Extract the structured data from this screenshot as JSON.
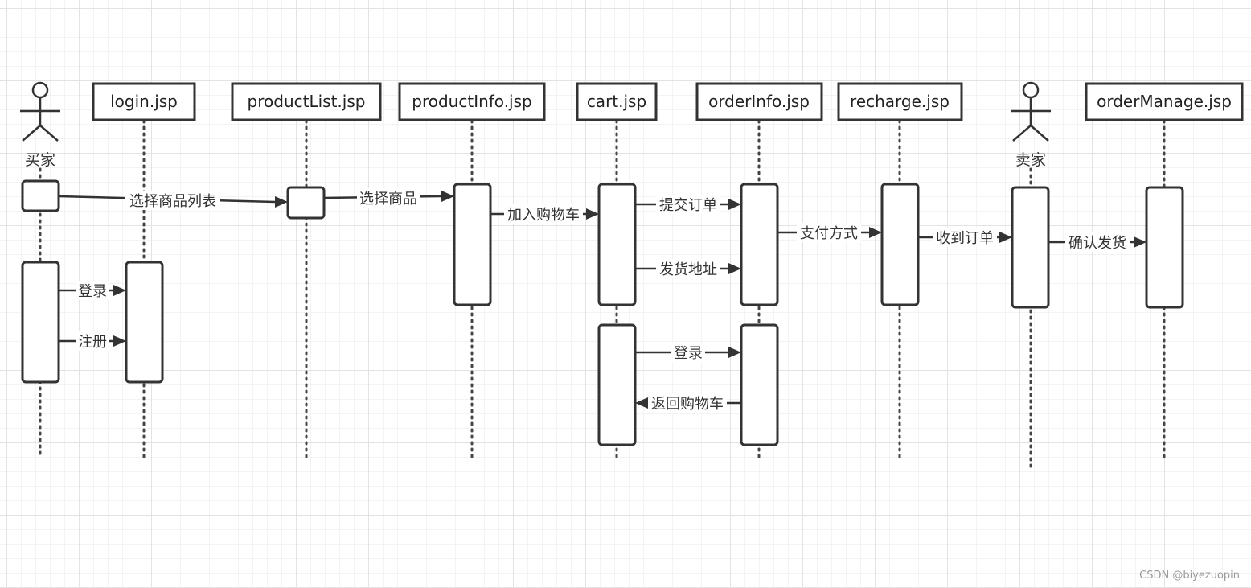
{
  "participants": [
    {
      "id": "buyer",
      "type": "actor",
      "label": "买家"
    },
    {
      "id": "login",
      "type": "box",
      "label": "login.jsp"
    },
    {
      "id": "productList",
      "type": "box",
      "label": "productList.jsp"
    },
    {
      "id": "productInfo",
      "type": "box",
      "label": "productInfo.jsp"
    },
    {
      "id": "cart",
      "type": "box",
      "label": "cart.jsp"
    },
    {
      "id": "orderInfo",
      "type": "box",
      "label": "orderInfo.jsp"
    },
    {
      "id": "recharge",
      "type": "box",
      "label": "recharge.jsp"
    },
    {
      "id": "seller",
      "type": "actor",
      "label": "卖家"
    },
    {
      "id": "orderManage",
      "type": "box",
      "label": "orderManage.jsp"
    }
  ],
  "messages": [
    {
      "from": "buyer",
      "to": "productList",
      "label": "选择商品列表"
    },
    {
      "from": "productList",
      "to": "productInfo",
      "label": "选择商品"
    },
    {
      "from": "productInfo",
      "to": "cart",
      "label": "加入购物车"
    },
    {
      "from": "cart",
      "to": "orderInfo",
      "label": "提交订单"
    },
    {
      "from": "cart",
      "to": "orderInfo",
      "label": "发货地址"
    },
    {
      "from": "orderInfo",
      "to": "recharge",
      "label": "支付方式"
    },
    {
      "from": "recharge",
      "to": "seller",
      "label": "收到订单"
    },
    {
      "from": "seller",
      "to": "orderManage",
      "label": "确认发货"
    },
    {
      "from": "buyer",
      "to": "login",
      "label": "登录"
    },
    {
      "from": "buyer",
      "to": "login",
      "label": "注册"
    },
    {
      "from": "cart",
      "to": "orderInfo",
      "label": "登录"
    },
    {
      "from": "orderInfo",
      "to": "cart",
      "label": "返回购物车"
    }
  ],
  "watermark": "CSDN @biyezuopin"
}
